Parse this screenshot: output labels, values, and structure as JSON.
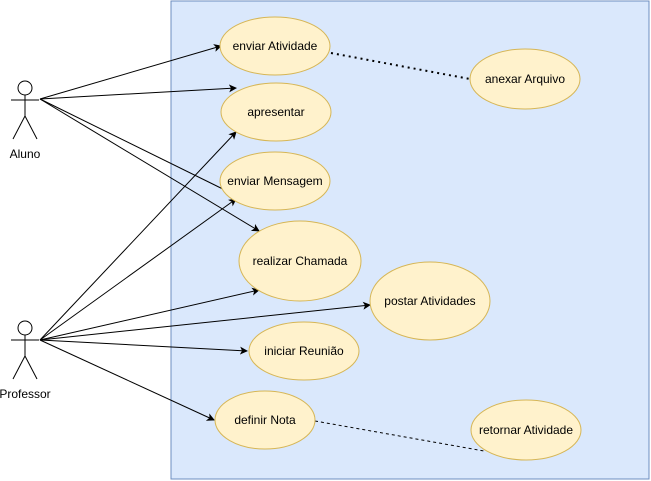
{
  "colors": {
    "system_fill": "#dae8fc",
    "system_stroke": "#6c8ebf",
    "usecase_fill": "#fff2cc",
    "usecase_stroke": "#d6b656",
    "line": "#000000"
  },
  "actors": [
    {
      "id": "aluno",
      "label": "Aluno"
    },
    {
      "id": "professor",
      "label": "Professor"
    }
  ],
  "use_cases": [
    {
      "id": "enviar_atividade",
      "label": "enviar Atividade"
    },
    {
      "id": "anexar_arquivo",
      "label": "anexar Arquivo"
    },
    {
      "id": "apresentar",
      "label": "apresentar"
    },
    {
      "id": "enviar_mensagem",
      "label": "enviar Mensagem"
    },
    {
      "id": "realizar_chamada",
      "label": "realizar Chamada"
    },
    {
      "id": "postar_atividades",
      "label": "postar Atividades"
    },
    {
      "id": "iniciar_reuniao",
      "label": "iniciar Reunião"
    },
    {
      "id": "definir_nota",
      "label": "definir Nota"
    },
    {
      "id": "retornar_atividade",
      "label": "retornar Atividade"
    }
  ],
  "associations": [
    {
      "from": "aluno",
      "to": "enviar_atividade"
    },
    {
      "from": "aluno",
      "to": "apresentar"
    },
    {
      "from": "aluno",
      "to": "enviar_mensagem"
    },
    {
      "from": "aluno",
      "to": "realizar_chamada"
    },
    {
      "from": "professor",
      "to": "apresentar"
    },
    {
      "from": "professor",
      "to": "enviar_mensagem"
    },
    {
      "from": "professor",
      "to": "realizar_chamada"
    },
    {
      "from": "professor",
      "to": "postar_atividades"
    },
    {
      "from": "professor",
      "to": "iniciar_reuniao"
    },
    {
      "from": "professor",
      "to": "definir_nota"
    }
  ],
  "dependencies": [
    {
      "from": "enviar_atividade",
      "to": "anexar_arquivo"
    },
    {
      "from": "definir_nota",
      "to": "retornar_atividade"
    }
  ]
}
